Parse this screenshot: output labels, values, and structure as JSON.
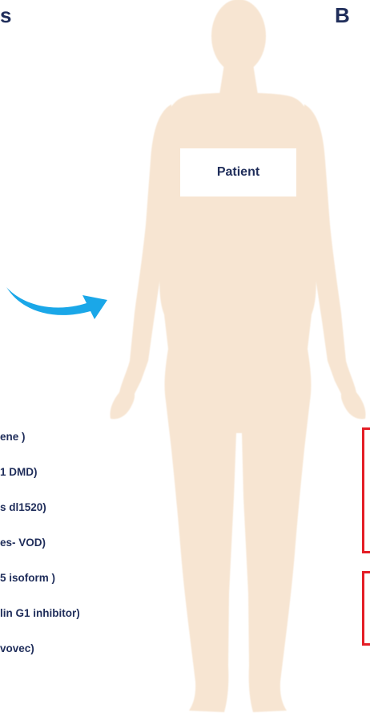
{
  "panels": {
    "left_partial_letter": "s",
    "right_letter": "B"
  },
  "patient_label": "Patient",
  "left_list": [
    "ene )",
    "1 DMD)",
    "s dl1520)",
    "es- VOD)",
    "5 isoform )",
    "lin G1 inhibitor)",
    "vovec)"
  ],
  "colors": {
    "text": "#1f2d5a",
    "skin": "#f7e5d2",
    "arrow": "#1aa7e8",
    "bracket": "#e41e26"
  }
}
